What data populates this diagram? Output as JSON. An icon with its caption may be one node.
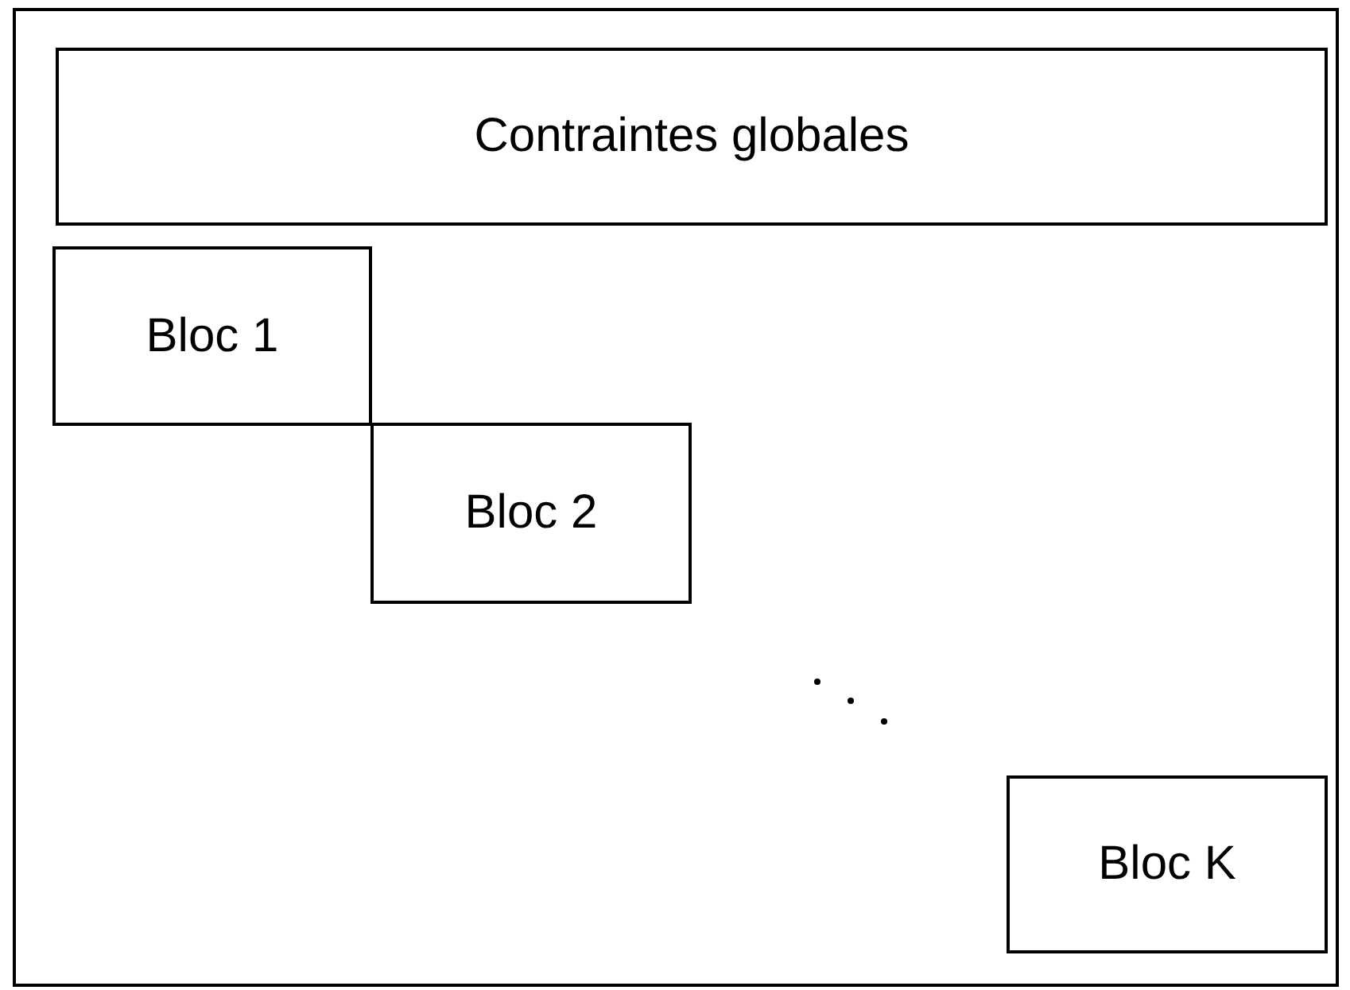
{
  "diagram": {
    "nodes": [
      {
        "text": [],
        "shape": "box"
      },
      {
        "text": [
          "Contraintes globales"
        ],
        "in": 0
      },
      {
        "text": [
          "Bloc 1"
        ],
        "in": 0
      },
      {
        "text": [
          "Bloc 2"
        ],
        "in": 0
      },
      {
        "text": [
          "Bloc K"
        ],
        "in": 0
      }
    ]
  }
}
